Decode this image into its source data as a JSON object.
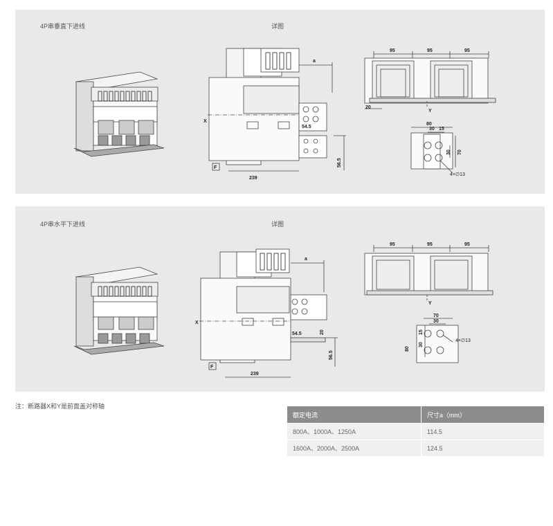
{
  "panel_top": {
    "title": "4P串垂直下进线",
    "detail_label": "详图",
    "dims": {
      "a": "a",
      "d239": "239",
      "d545": "54.5",
      "d565": "56.5",
      "d95_1": "95",
      "d95_2": "95",
      "d95_3": "95",
      "d20": "20",
      "d80": "80",
      "d30": "30",
      "d15": "15",
      "d30v": "30",
      "d70": "70",
      "holes": "4×∅13",
      "X": "X",
      "Y": "Y",
      "F": "F"
    }
  },
  "panel_bottom": {
    "title": "4P串水平下进线",
    "detail_label": "详图",
    "dims": {
      "a": "a",
      "d239": "239",
      "d545": "54.5",
      "d565": "56.5",
      "d20": "20",
      "d95_1": "95",
      "d95_2": "95",
      "d95_3": "95",
      "d70": "70",
      "d30": "30",
      "d15": "15",
      "d30v": "30",
      "d80": "80",
      "holes": "4×∅13",
      "X": "X",
      "Y": "Y",
      "F": "F"
    }
  },
  "note": "注：断路器X和Y是前面盖对称轴",
  "table": {
    "headers": [
      "额定电流",
      "尺寸a（mm）"
    ],
    "rows": [
      [
        "800A、1000A、1250A",
        "114.5"
      ],
      [
        "1600A、2000A、2500A",
        "124.5"
      ]
    ]
  }
}
